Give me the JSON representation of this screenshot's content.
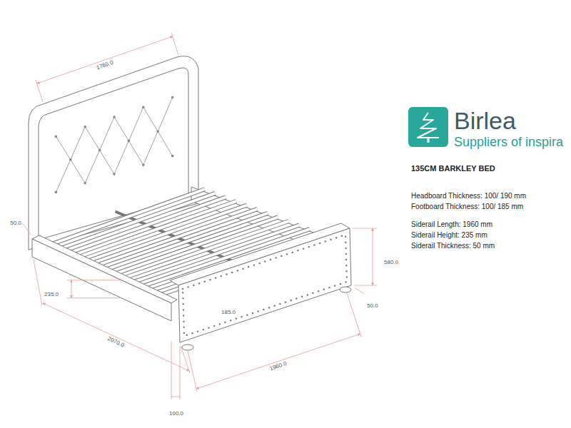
{
  "diagram": {
    "title": "135CM BARKLEY BED",
    "labels": [
      "1760.0",
      "50.0",
      "235.0",
      "2070.0",
      "185.0",
      "1960.0",
      "100.0",
      "580.0",
      "50.0",
      "Birlea",
      "Suppliers of inspira",
      "Headboard Thickness: 100/ 190 mm",
      "Footboard Thickness: 100/ 185 mm",
      "Siderail Length: 1960 mm",
      "Siderail Height: 235 mm",
      "Siderail Thickness: 50 mm"
    ]
  }
}
